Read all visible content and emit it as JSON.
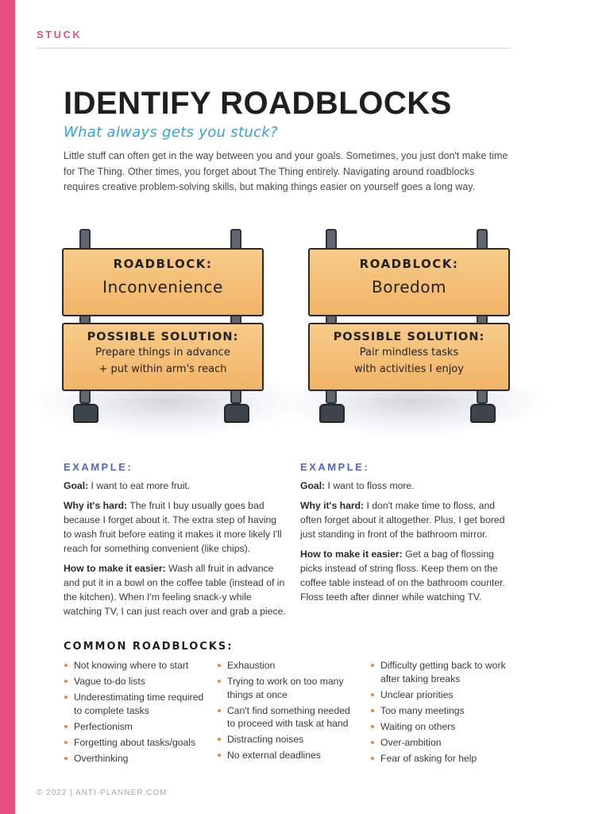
{
  "header": {
    "section": "STUCK"
  },
  "title": "IDENTIFY ROADBLOCKS",
  "subtitle": "What always gets you stuck?",
  "intro": "Little stuff can often get in the way between you and your goals. Sometimes, you just don't make time for The Thing. Other times, you forget about The Thing entirely. Navigating around roadblocks requires creative problem-solving skills, but making things easier on yourself goes a long way.",
  "signs": [
    {
      "roadblock_label": "ROADBLOCK:",
      "roadblock": "Inconvenience",
      "solution_label": "POSSIBLE SOLUTION:",
      "solution_line1": "Prepare things in advance",
      "solution_line2": "+ put within arm's reach"
    },
    {
      "roadblock_label": "ROADBLOCK:",
      "roadblock": "Boredom",
      "solution_label": "POSSIBLE SOLUTION:",
      "solution_line1": "Pair mindless tasks",
      "solution_line2": "with activities I enjoy"
    }
  ],
  "examples": [
    {
      "heading": "EXAMPLE:",
      "goal_label": "Goal:",
      "goal": "I want to eat more fruit.",
      "why_label": "Why it's hard:",
      "why": "The fruit I buy usually goes bad because I forget about it. The extra step of having to wash fruit before eating it makes it more likely I'll reach for something convenient (like chips).",
      "how_label": "How to make it easier:",
      "how": "Wash all fruit in advance and put it in a bowl on the coffee table (instead of in the kitchen). When I'm feeling snack-y while watching TV, I can just reach over and grab a piece."
    },
    {
      "heading": "EXAMPLE:",
      "goal_label": "Goal:",
      "goal": "I want to floss more.",
      "why_label": "Why it's hard:",
      "why": "I don't make time to floss, and often forget about it altogether. Plus, I get bored just standing in front of the bathroom mirror.",
      "how_label": "How to make it easier:",
      "how": "Get a bag of flossing picks instead of string floss. Keep them on the coffee table instead of on the bathroom counter. Floss teeth after dinner while watching TV."
    }
  ],
  "common": {
    "heading": "COMMON ROADBLOCKS:",
    "columns": [
      [
        "Not knowing where to start",
        "Vague to-do lists",
        "Underestimating time required to complete tasks",
        "Perfectionism",
        "Forgetting about tasks/goals",
        "Overthinking"
      ],
      [
        "Exhaustion",
        "Trying to work on too many things at once",
        "Can't find something needed to proceed with task at hand",
        "Distracting noises",
        "No external deadlines"
      ],
      [
        "Difficulty getting back to work after taking breaks",
        "Unclear priorities",
        "Too many meetings",
        "Waiting on others",
        "Over-ambition",
        "Fear of asking for help"
      ]
    ]
  },
  "footer": "© 2022 | ANTI-PLANNER.COM",
  "colors": {
    "accent_pink": "#e5507f",
    "subtitle_blue": "#3aa0d8",
    "example_blue": "#4a6bc4",
    "sign_orange": "#f1b466",
    "bullet_orange": "#e08a3c"
  }
}
